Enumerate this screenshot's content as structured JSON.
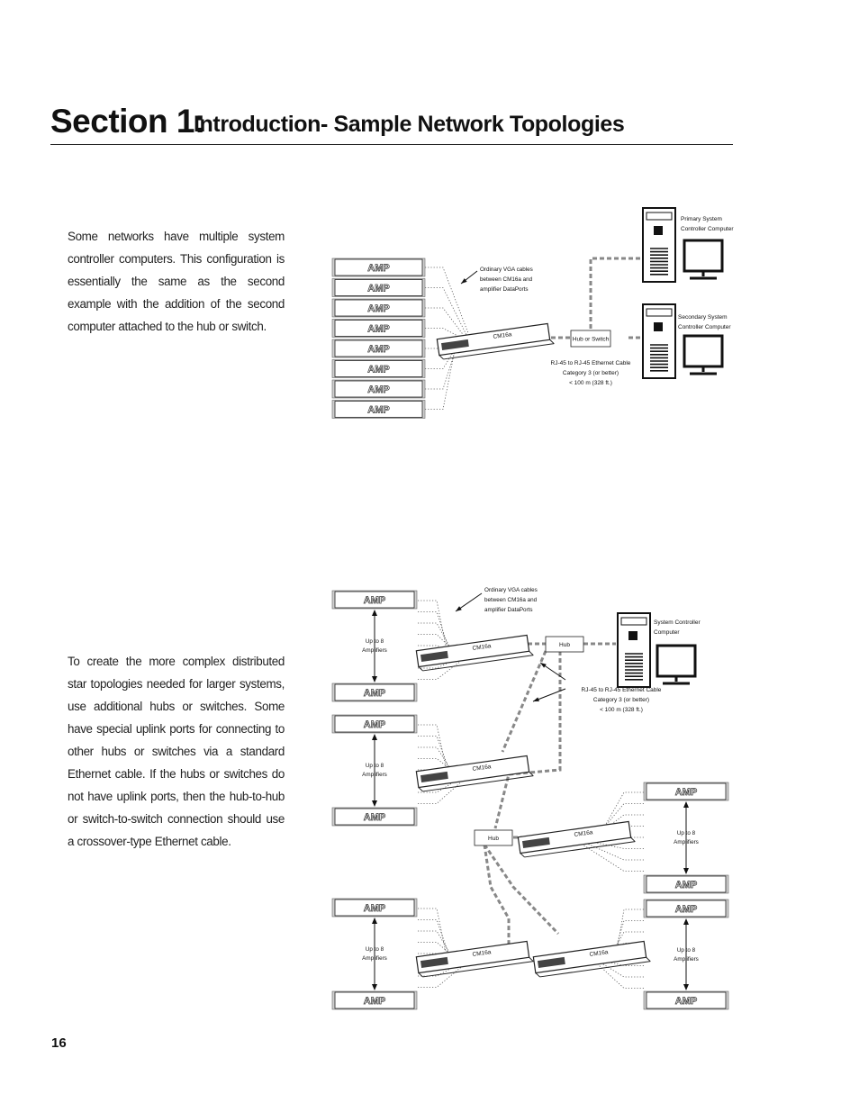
{
  "header": {
    "section": "Section 1:",
    "subtitle": "Introduction- Sample Network Topologies"
  },
  "paragraphs": {
    "p1": "Some networks have multiple system controller computers. This configuration is essentially the same as the second example with the addition of the second computer attached to the hub or switch.",
    "p2": "To create the more complex distributed star topologies needed for larger systems, use additional hubs or switches. Some have special uplink ports for connecting to other hubs or switches via a standard Ethernet cable. If the hubs or switches do not have uplink ports, then the hub-to-hub or switch-to-switch connection should use a crossover-type Ethernet cable."
  },
  "diagram1": {
    "amp_label": "AMP",
    "vga_note": [
      "Ordinary VGA cables",
      "between CM16a and",
      "amplifier DataPorts"
    ],
    "cm16a": "CM16a",
    "hub_label": "Hub or Switch",
    "primary": [
      "Primary System",
      "Controller Computer"
    ],
    "secondary": [
      "Secondary System",
      "Controller Computer"
    ],
    "cable_note": [
      "RJ-45 to RJ-45 Ethernet Cable",
      "Category 3 (or better)",
      "< 100 m (328 ft.)"
    ]
  },
  "diagram2": {
    "amp_label": "AMP",
    "vga_note": [
      "Ordinary VGA cables",
      "between CM16a and",
      "amplifier DataPorts"
    ],
    "cm16a": "CM16a",
    "hub_label": "Hub",
    "up_to": [
      "Up to 8",
      "Amplifiers"
    ],
    "computer": [
      "System Controller",
      "Computer"
    ],
    "cable_note": [
      "RJ-45 to RJ-45 Ethernet Cable",
      "Category 3 (or better)",
      "< 100 m (328 ft.)"
    ]
  },
  "page_number": "16"
}
